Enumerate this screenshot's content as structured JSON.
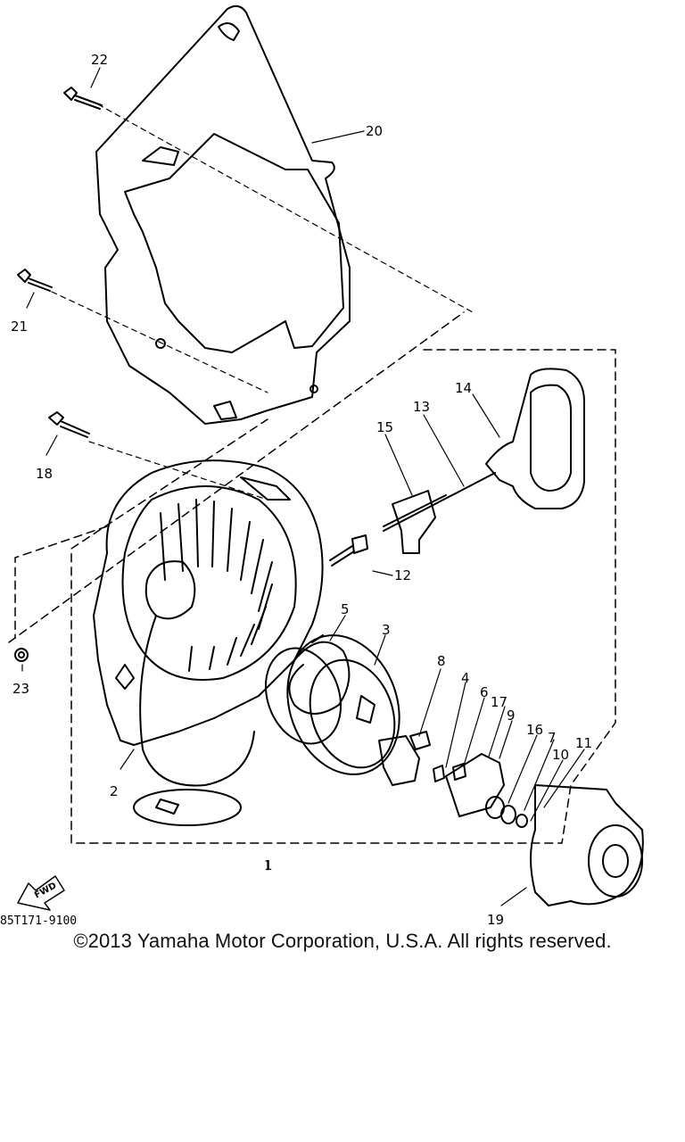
{
  "diagram": {
    "part_labels": [
      "22",
      "20",
      "21",
      "18",
      "14",
      "13",
      "15",
      "12",
      "23",
      "5",
      "3",
      "8",
      "4",
      "6",
      "17",
      "9",
      "16",
      "7",
      "10",
      "11",
      "2",
      "1",
      "19"
    ],
    "fwd_label": "FWD",
    "figure_code": "85T171-9100"
  },
  "footer": {
    "copyright": "©2013 Yamaha Motor Corporation, U.S.A. All rights reserved."
  }
}
